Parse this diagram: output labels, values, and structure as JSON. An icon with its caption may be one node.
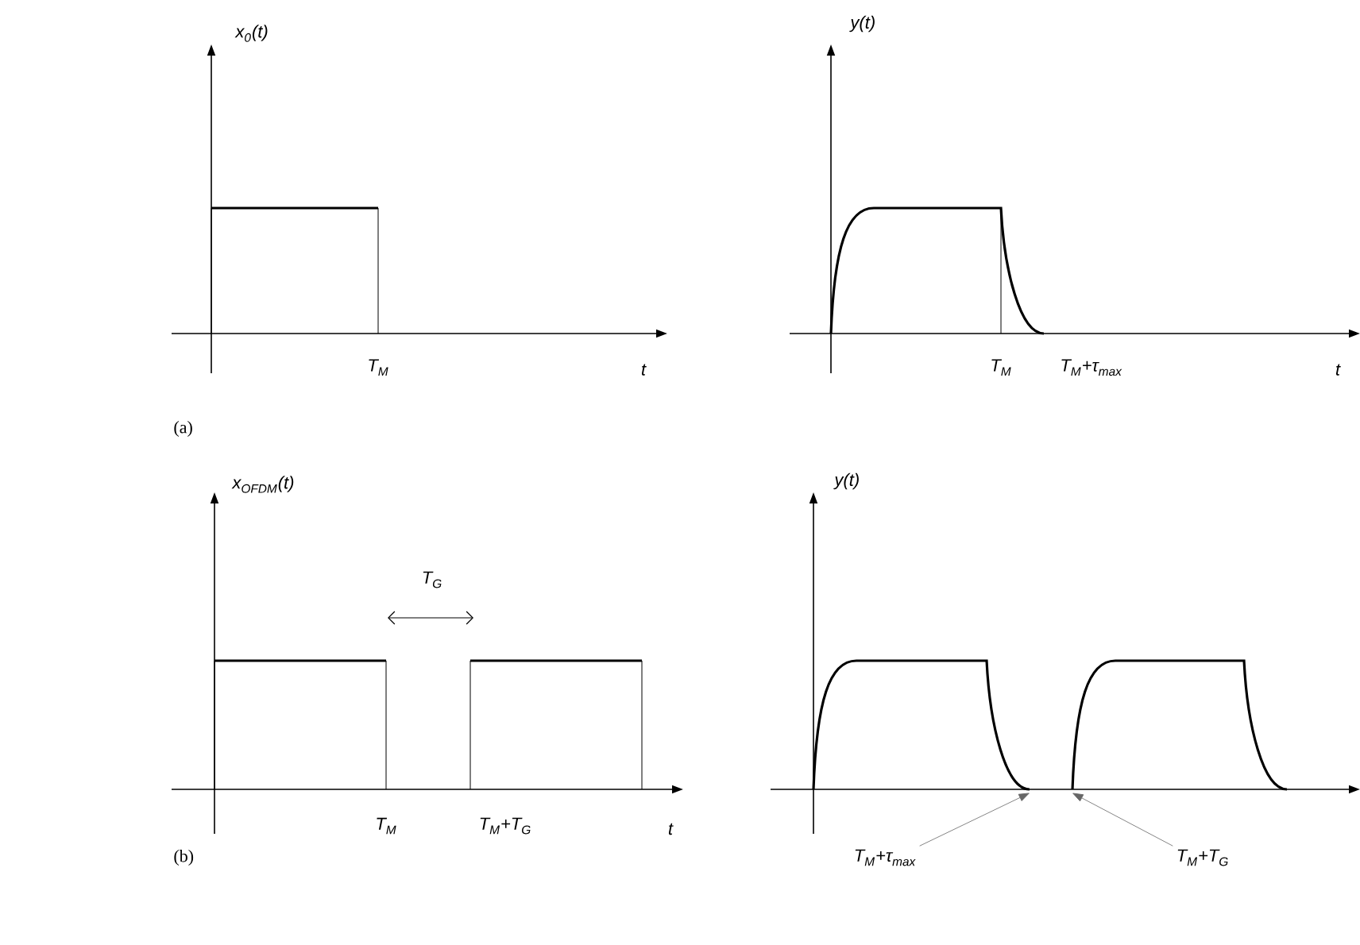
{
  "diagram": {
    "nodes": [
      {
        "text": [
          "T$_{M}$+τ$_{max}$"
        ]
      },
      {
        "text": [
          "T$_{M}$+T$_{G}$"
        ]
      },
      {
        "text": [],
        "shape": "curve"
      },
      {
        "text": [],
        "shape": "curve"
      }
    ],
    "edges": [
      {
        "from": 0,
        "to": 2,
        "arrow": "to"
      },
      {
        "from": 1,
        "to": 3,
        "arrow": "to"
      }
    ],
    "labels": [
      "x$_{0}$(t)",
      "y(t)",
      "T$_{M}$",
      "t",
      "T$_{M}$",
      "T$_{M}$+τ$_{max}$",
      "t",
      "(a)",
      "x$_{OFDM}$(t)",
      "y(t)",
      "T$_{G}$",
      "T$_{M}$",
      "T$_{M}$+T$_{G}$",
      "t",
      "(b)"
    ]
  }
}
